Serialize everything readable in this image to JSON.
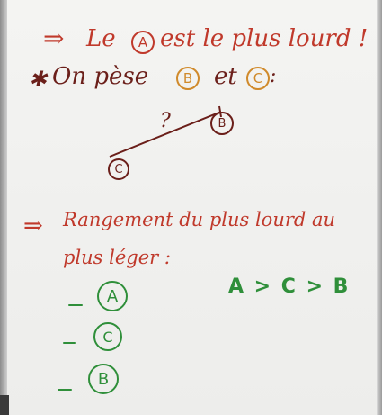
{
  "line1": {
    "arrow": "⇒",
    "prefix": "Le",
    "circled": "A",
    "suffix": "est le plus lourd !"
  },
  "line2": {
    "star": "✱",
    "text": "On pèse",
    "circled1": "B",
    "mid": "et",
    "circled2": "C",
    "colon": ":"
  },
  "balance": {
    "question": "?",
    "left_label": "C",
    "right_label": "B"
  },
  "ranking": {
    "arrow": "⇒",
    "title_line1": "Rangement du plus lourd au",
    "title_line2": "plus léger :"
  },
  "list": [
    "A",
    "C",
    "B"
  ],
  "order_formula": "A > C > B"
}
